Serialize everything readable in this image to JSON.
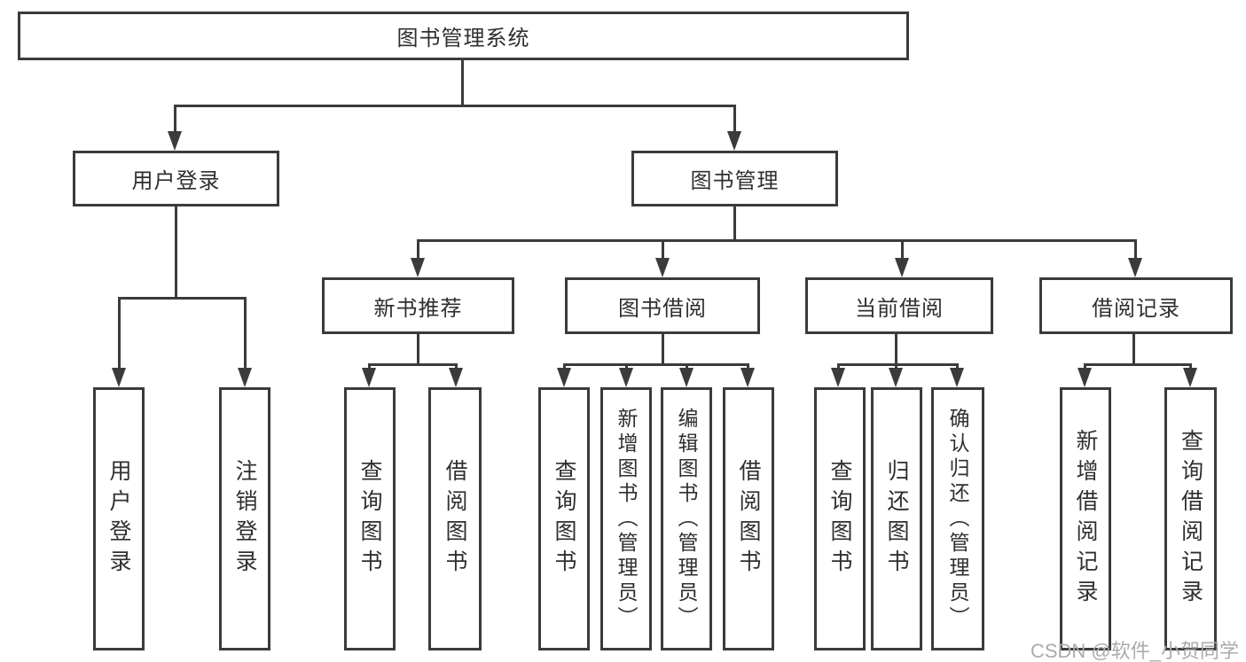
{
  "tree": {
    "label": "图书管理系统",
    "children": [
      {
        "label": "用户登录",
        "children": [
          {
            "label": "用户登录"
          },
          {
            "label": "注销登录"
          }
        ]
      },
      {
        "label": "图书管理",
        "children": [
          {
            "label": "新书推荐",
            "children": [
              {
                "label": "查询图书"
              },
              {
                "label": "借阅图书"
              }
            ]
          },
          {
            "label": "图书借阅",
            "children": [
              {
                "label": "查询图书"
              },
              {
                "label": "新增图书（管理员）"
              },
              {
                "label": "编辑图书（管理员）"
              },
              {
                "label": "借阅图书"
              }
            ]
          },
          {
            "label": "当前借阅",
            "children": [
              {
                "label": "查询图书"
              },
              {
                "label": "归还图书"
              },
              {
                "label": "确认归还（管理员）"
              }
            ]
          },
          {
            "label": "借阅记录",
            "children": [
              {
                "label": "新增借阅记录"
              },
              {
                "label": "查询借阅记录"
              }
            ]
          }
        ]
      }
    ]
  },
  "watermark": "CSDN @软件_小贺同学",
  "colors": {
    "line": "#3b3b3b",
    "text": "#2f2f2f",
    "box_fill": "#ffffff",
    "background": "#ffffff",
    "watermark": "#ababab"
  }
}
